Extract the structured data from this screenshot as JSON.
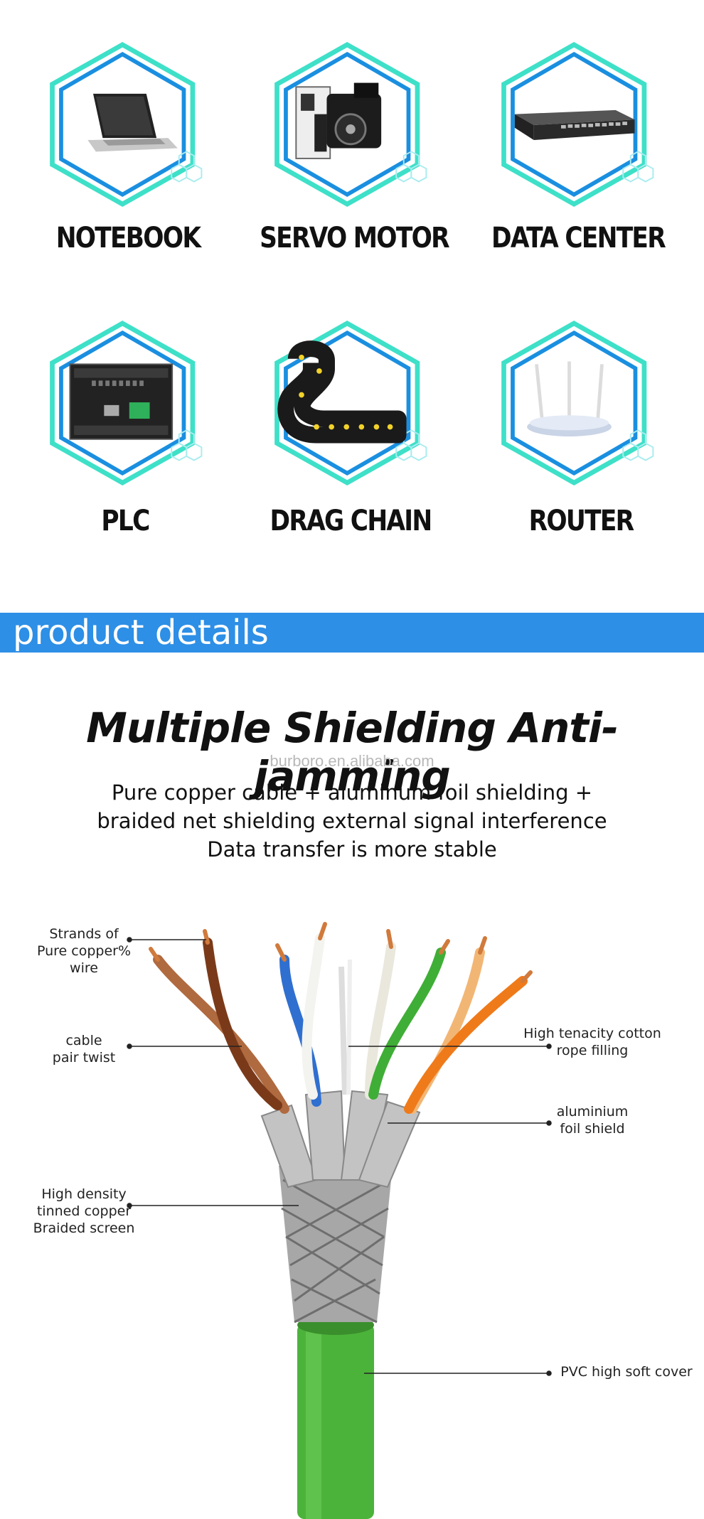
{
  "applications": [
    {
      "label": "NOTEBOOK",
      "icon": "notebook-icon"
    },
    {
      "label": "SERVO MOTOR",
      "icon": "servo-motor-icon"
    },
    {
      "label": "DATA CENTER",
      "icon": "network-switch-icon"
    },
    {
      "label": "PLC",
      "icon": "plc-icon"
    },
    {
      "label": "DRAG CHAIN",
      "icon": "drag-chain-icon"
    },
    {
      "label": "ROUTER",
      "icon": "router-icon"
    }
  ],
  "banner": {
    "title": "product details",
    "color": "#2d8fe6"
  },
  "headline": "Multiple Shielding Anti-jamming",
  "watermark": "burboro.en.alibaba.com",
  "subtitle": {
    "line1": "Pure copper cable + aluminum foil shielding +",
    "line2": "braided net shielding external signal interference",
    "line3": "Data transfer is more stable"
  },
  "callouts": {
    "strands": {
      "line1": "Strands of",
      "line2": "Pure copper% wire"
    },
    "twist": {
      "line1": "cable",
      "line2": "pair twist"
    },
    "braid": {
      "line1": "High density",
      "line2": "tinned copper",
      "line3": "Braided screen"
    },
    "filling": {
      "line1": "High tenacity cotton",
      "line2": "rope filling"
    },
    "foil": {
      "line1": "aluminium",
      "line2": "foil shield"
    },
    "cover": {
      "line1": "PVC high soft cover"
    }
  },
  "colors": {
    "hex_outer": "#3ee0c8",
    "hex_inner": "#1a8fe0",
    "jacket": "#4cb33a"
  }
}
